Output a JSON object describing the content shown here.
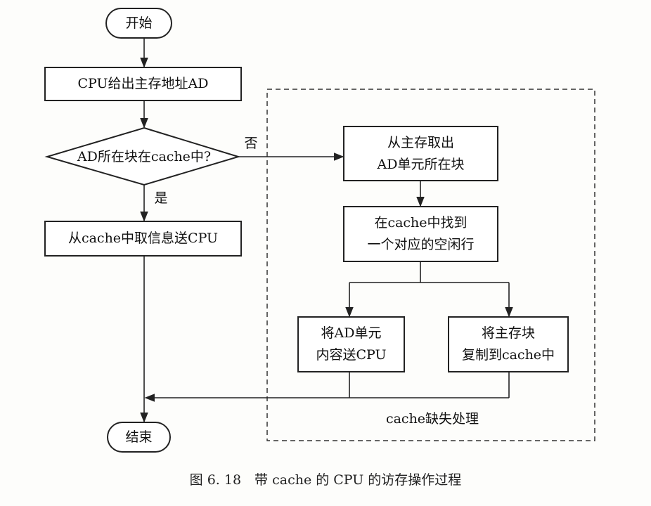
{
  "diagram": {
    "start_label": "开始",
    "cpu_address_label": "CPU给出主存地址AD",
    "decision_label": "AD所在块在cache中?",
    "no_label": "否",
    "yes_label": "是",
    "read_cache_label": "从cache中取信息送CPU",
    "fetch_block_label": "从主存取出\nAD单元所在块",
    "find_line_label": "在cache中找到\n一个对应的空闲行",
    "send_cpu_label": "将AD单元\n内容送CPU",
    "copy_block_label": "将主存块\n复制到cache中",
    "miss_region_label": "cache缺失处理",
    "end_label": "结束"
  },
  "caption": "图 6. 18　带 cache 的 CPU 的访存操作过程"
}
